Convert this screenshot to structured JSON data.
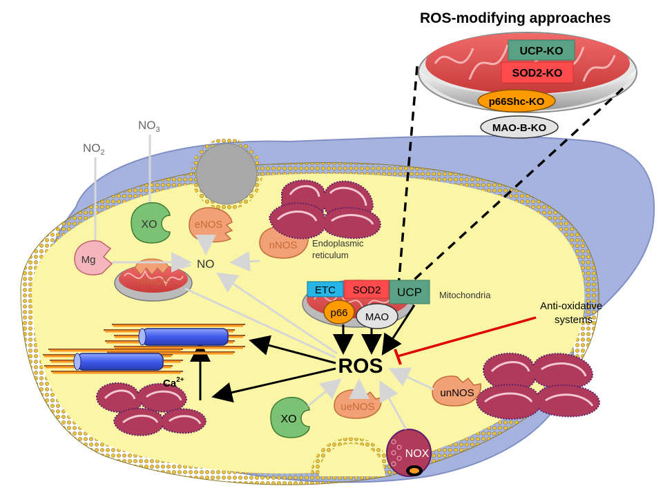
{
  "title": "ROS-modifying approaches",
  "ko_labels": {
    "ucp": "UCP-KO",
    "sod2": "SOD2-KO",
    "p66": "p66Shc-KO",
    "maob": "MAO-B-KO"
  },
  "substrates": {
    "no2": "NO",
    "no2_sub": "2",
    "no3": "NO",
    "no3_sub": "3"
  },
  "enzymes": {
    "xo_top": "XO",
    "xo_bottom": "XO",
    "mg": "Mg",
    "enos": "eNOS",
    "nnos": "nNOS",
    "mnos": "mNOS",
    "uenos": "ueNOS",
    "unnos": "unNOS",
    "nox": "NOX"
  },
  "mito_proteins": {
    "etc": "ETC",
    "sod2": "SOD2",
    "ucp": "UCP",
    "p66": "p66",
    "mao": "MAO"
  },
  "central": {
    "no": "NO",
    "ros": "ROS",
    "ca": "Ca",
    "ca_sup": "2+"
  },
  "organelles": {
    "er_line1": "Endoplasmic",
    "er_line2": "reticulum",
    "mitochondria": "Mitochondria"
  },
  "antioxidant": {
    "line1": "Anti-oxidative",
    "line2": "systems"
  },
  "colors": {
    "ucp_green": "#5aa285",
    "sod2_red": "#ff4b4b",
    "p66_orange": "#ff9a00",
    "etc_cyan": "#27b4e6",
    "mg_pink": "#f4b5bd",
    "xo_green": "#7cc274",
    "nos_orange": "#f2a176",
    "inhibit_red": "#e00000",
    "cytoplasm": "#fbf6a6",
    "membrane_blue": "#a6b3de"
  }
}
